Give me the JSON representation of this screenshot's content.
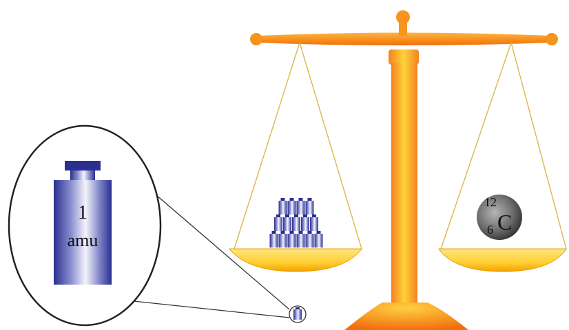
{
  "weight_label": {
    "value": "1",
    "unit": "amu"
  },
  "carbon": {
    "mass_number": "12",
    "atomic_number": "6",
    "symbol": "C"
  },
  "colors": {
    "scale_orange": "#f7941d",
    "scale_yellow": "#ffd34d",
    "weight_blue": "#2c2f8f",
    "atom_gray": "#6b6b6b"
  },
  "stack_rows": [
    4,
    5,
    6
  ]
}
